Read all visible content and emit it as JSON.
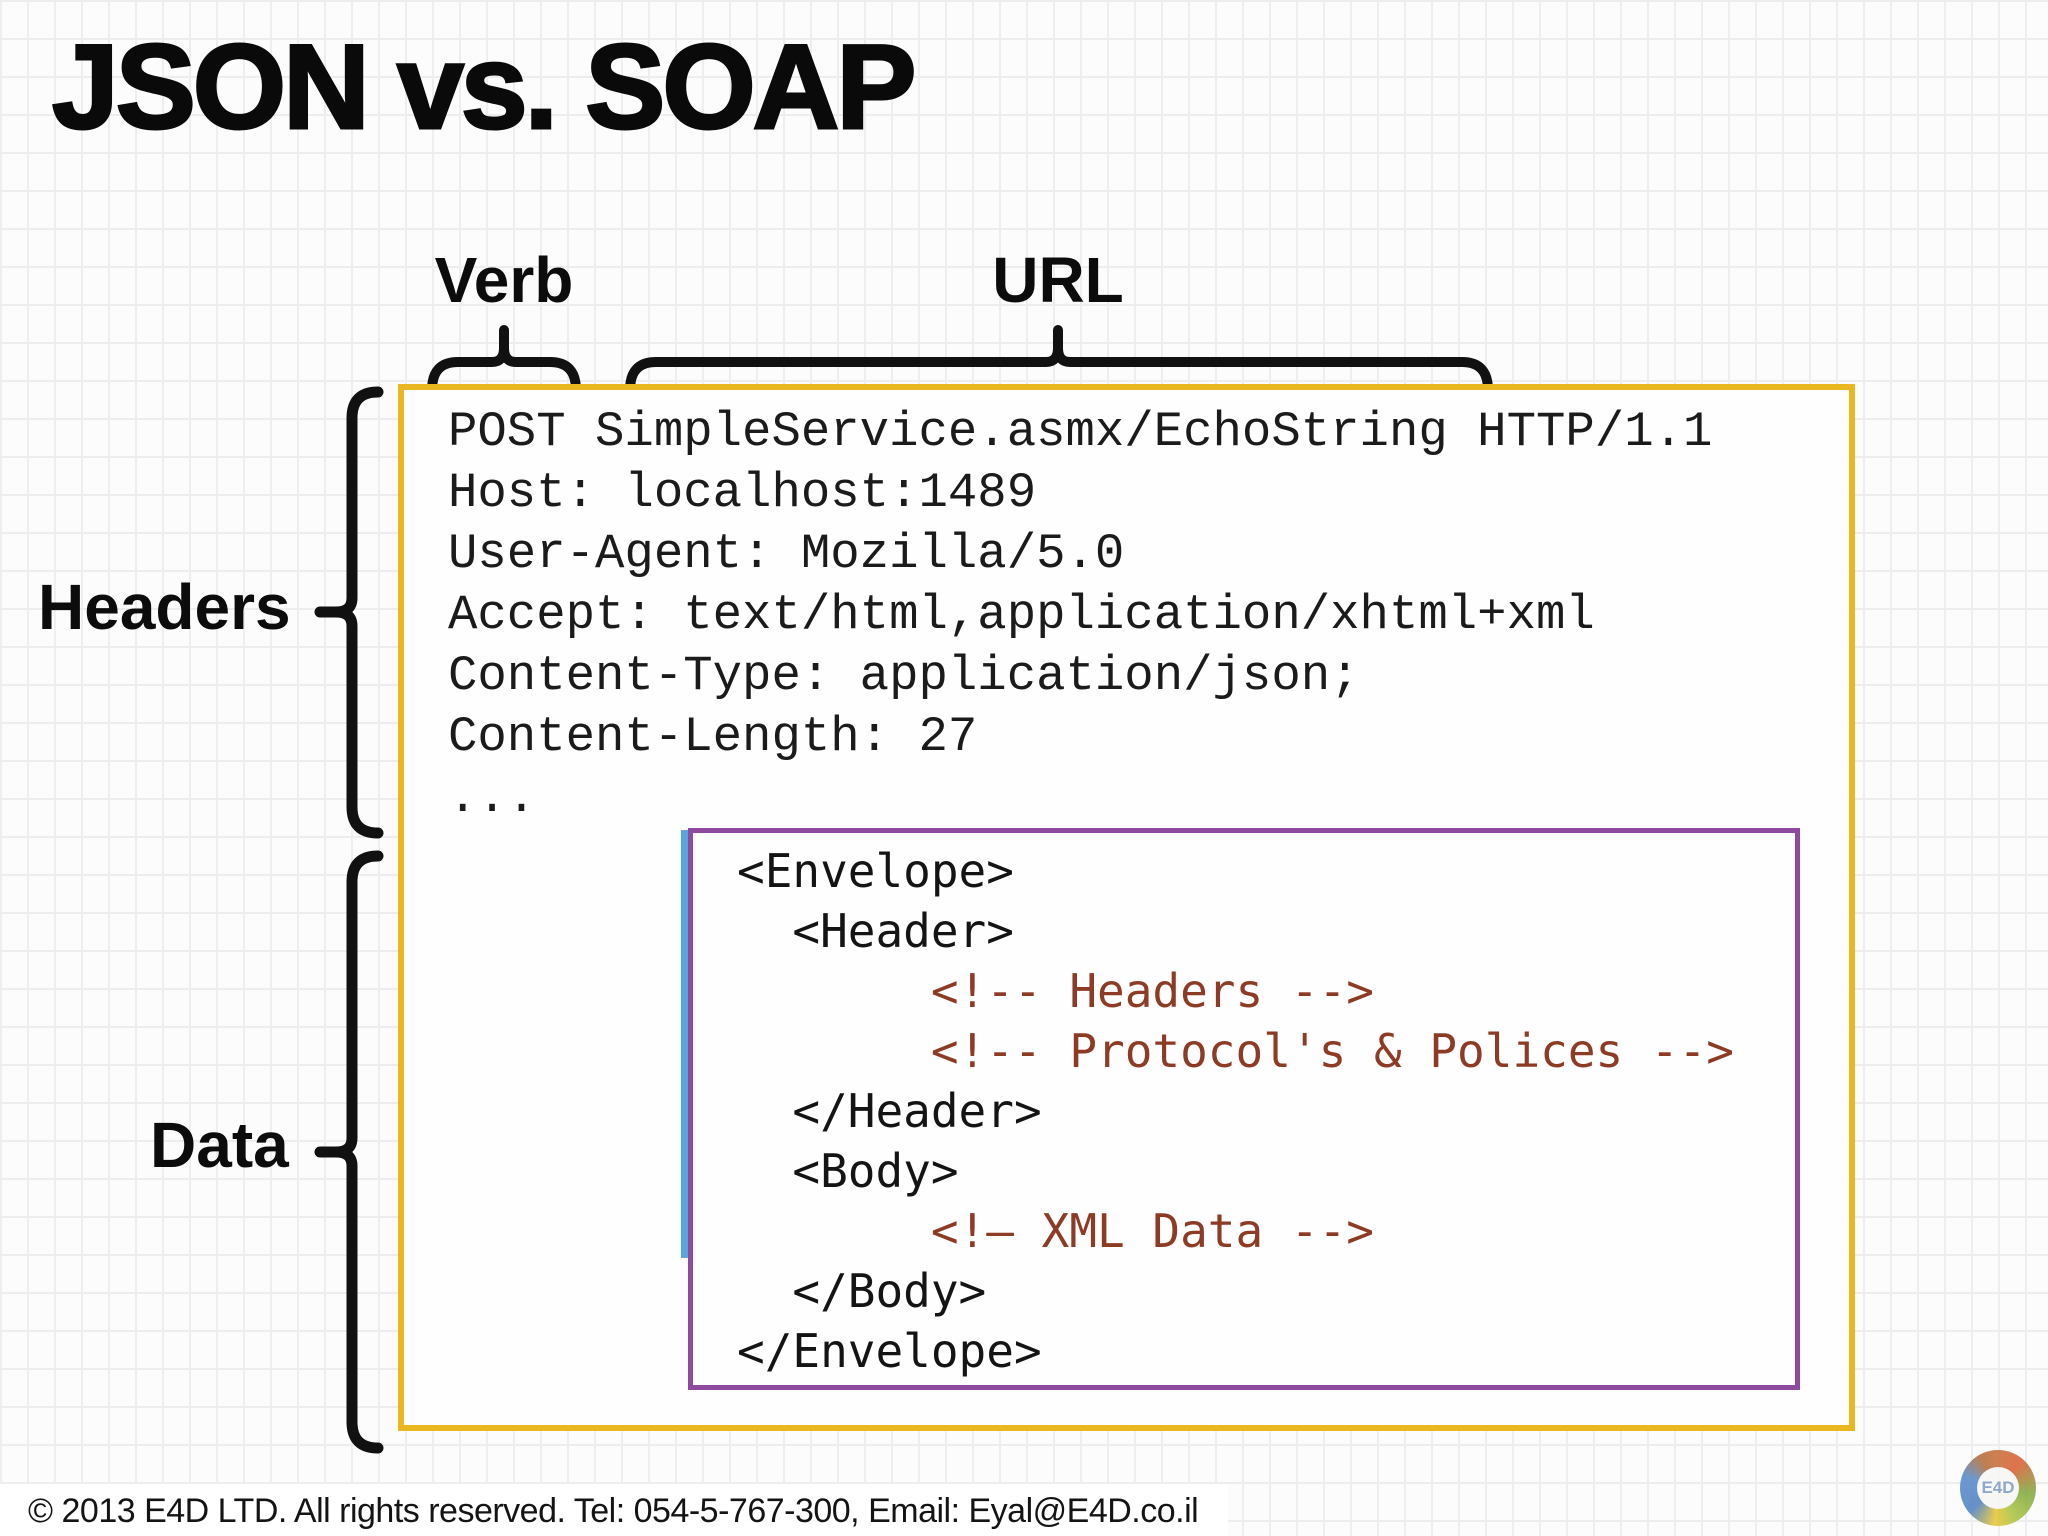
{
  "slide": {
    "title": "JSON vs. SOAP",
    "labels": {
      "verb": "Verb",
      "url": "URL",
      "headers": "Headers",
      "data": "Data"
    },
    "http_request": {
      "lines": [
        "POST SimpleService.asmx/EchoString HTTP/1.1",
        "Host: localhost:1489",
        "User-Agent: Mozilla/5.0",
        "Accept: text/html,application/xhtml+xml",
        "Content-Type: application/json;",
        "Content-Length: 27",
        "..."
      ]
    },
    "soap_envelope": {
      "lines": [
        {
          "text": "<Envelope>",
          "type": "tag"
        },
        {
          "text": "  <Header>",
          "type": "tag"
        },
        {
          "text": "       <!-- Headers -->",
          "type": "comment"
        },
        {
          "text": "       <!-- Protocol's & Polices -->",
          "type": "comment"
        },
        {
          "text": "  </Header>",
          "type": "tag"
        },
        {
          "text": "  <Body>",
          "type": "tag"
        },
        {
          "text": "       <!– XML Data -->",
          "type": "comment"
        },
        {
          "text": "  </Body>",
          "type": "tag"
        },
        {
          "text": "</Envelope>",
          "type": "tag"
        }
      ]
    },
    "footer": "© 2013 E4D LTD. All rights reserved. Tel: 054-5-767-300, Email: Eyal@E4D.co.il",
    "logo_text": "E4D",
    "colors": {
      "http_box_border": "#E9B71F",
      "soap_box_border": "#8E4A9E",
      "soap_box_accent_blue": "#56A7DC",
      "xml_comment_red": "#8E3B26",
      "text_black": "#0c0c0c"
    }
  }
}
